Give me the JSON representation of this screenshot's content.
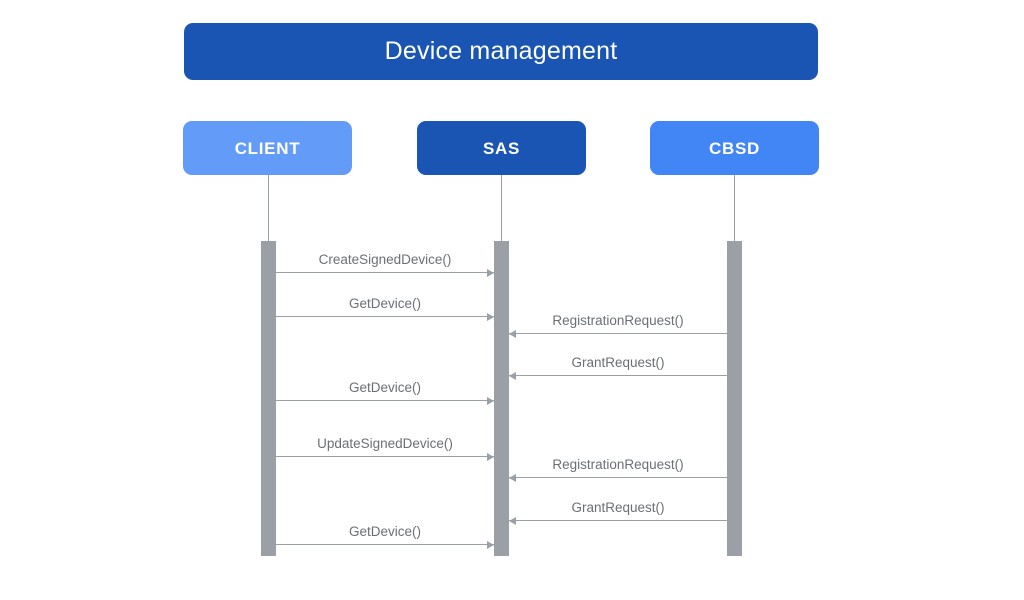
{
  "diagram": {
    "title": "Device management",
    "type": "sequence-diagram",
    "colors": {
      "title_banner": "#1a55b3",
      "client_box": "#629bf8",
      "sas_box": "#1a55b3",
      "cbsd_box": "#4285f4",
      "lifeline": "#9aa0a6",
      "activation_bar": "#9aa0a6",
      "message_line": "#9aa0a6",
      "message_label": "#6b7075",
      "background": "#ffffff"
    },
    "participants": [
      {
        "id": "client",
        "label": "CLIENT"
      },
      {
        "id": "sas",
        "label": "SAS"
      },
      {
        "id": "cbsd",
        "label": "CBSD"
      }
    ],
    "messages": [
      {
        "order": 1,
        "label": "CreateSignedDevice()",
        "from": "client",
        "to": "sas",
        "direction": "right"
      },
      {
        "order": 2,
        "label": "GetDevice()",
        "from": "client",
        "to": "sas",
        "direction": "right"
      },
      {
        "order": 3,
        "label": "RegistrationRequest()",
        "from": "cbsd",
        "to": "sas",
        "direction": "left"
      },
      {
        "order": 4,
        "label": "GrantRequest()",
        "from": "cbsd",
        "to": "sas",
        "direction": "left"
      },
      {
        "order": 5,
        "label": "GetDevice()",
        "from": "client",
        "to": "sas",
        "direction": "right"
      },
      {
        "order": 6,
        "label": "UpdateSignedDevice()",
        "from": "client",
        "to": "sas",
        "direction": "right"
      },
      {
        "order": 7,
        "label": "RegistrationRequest()",
        "from": "cbsd",
        "to": "sas",
        "direction": "left"
      },
      {
        "order": 8,
        "label": "GrantRequest()",
        "from": "cbsd",
        "to": "sas",
        "direction": "left"
      },
      {
        "order": 9,
        "label": "GetDevice()",
        "from": "client",
        "to": "sas",
        "direction": "right"
      }
    ]
  }
}
